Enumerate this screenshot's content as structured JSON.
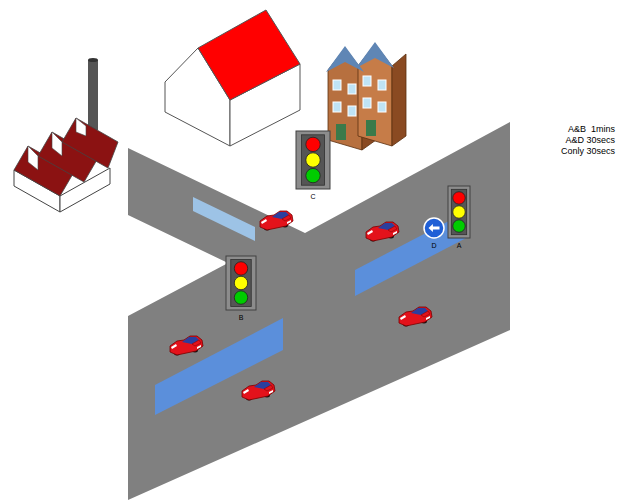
{
  "diagram": {
    "nodes": [
      {
        "text": [
          "C"
        ]
      },
      {
        "text": [
          "B"
        ]
      },
      {
        "text": [
          "D"
        ]
      },
      {
        "text": [
          "A"
        ]
      }
    ],
    "labels": [
      "A&B  1mins",
      "A&D 30secs",
      "Conly 30secs"
    ]
  }
}
